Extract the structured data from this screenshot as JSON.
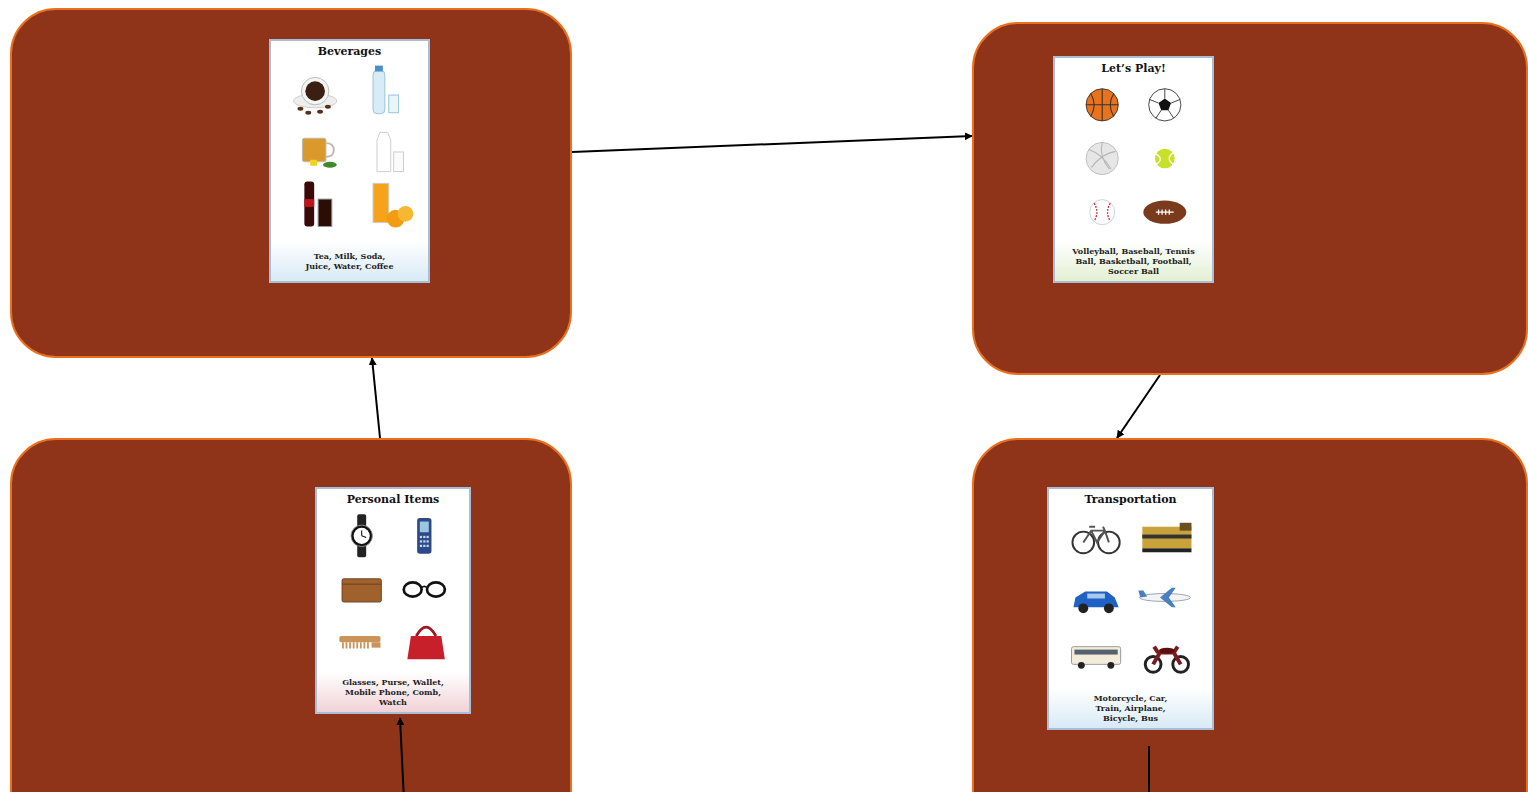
{
  "diagram": {
    "nodes": [
      {
        "text": [
          "Beverages",
          "Tea, Milk, Soda, Juice, Water, Coffee"
        ]
      },
      {
        "text": [
          "Let’s Play!",
          "Volleyball, Baseball, Tennis Ball, Basketball, Football, Soccer Ball"
        ]
      },
      {
        "text": [
          "Personal Items",
          "Glasses, Purse, Wallet, Mobile Phone, Comb, Watch"
        ]
      },
      {
        "text": [
          "Transportation",
          "Motorcycle, Car, Train, Airplane, Bicycle, Bus"
        ]
      }
    ],
    "edges": [
      {
        "from": 2,
        "to": 0,
        "arrow": "to"
      },
      {
        "from": 0,
        "to": 1,
        "arrow": "to"
      },
      {
        "from": 1,
        "to": 3,
        "arrow": "to"
      }
    ]
  }
}
